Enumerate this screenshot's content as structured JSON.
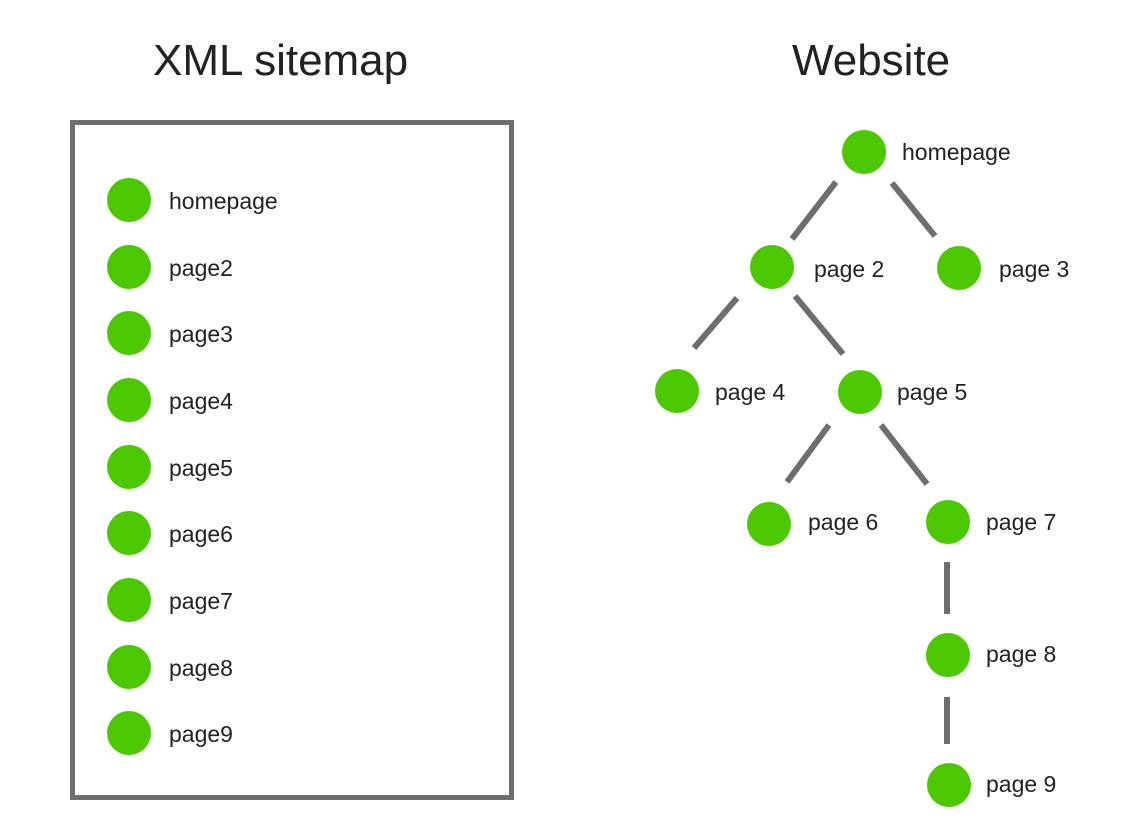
{
  "sitemap": {
    "title": "XML sitemap",
    "items": [
      "homepage",
      "page2",
      "page3",
      "page4",
      "page5",
      "page6",
      "page7",
      "page8",
      "page9"
    ]
  },
  "website": {
    "title": "Website",
    "nodes": [
      {
        "id": "n1",
        "label": "homepage"
      },
      {
        "id": "n2",
        "label": "page 2"
      },
      {
        "id": "n3",
        "label": "page 3"
      },
      {
        "id": "n4",
        "label": "page 4"
      },
      {
        "id": "n5",
        "label": "page 5"
      },
      {
        "id": "n6",
        "label": "page 6"
      },
      {
        "id": "n7",
        "label": "page 7"
      },
      {
        "id": "n8",
        "label": "page 8"
      },
      {
        "id": "n9",
        "label": "page 9"
      }
    ],
    "edges": [
      [
        "n1",
        "n2"
      ],
      [
        "n1",
        "n3"
      ],
      [
        "n2",
        "n4"
      ],
      [
        "n2",
        "n5"
      ],
      [
        "n5",
        "n6"
      ],
      [
        "n5",
        "n7"
      ],
      [
        "n7",
        "n8"
      ],
      [
        "n8",
        "n9"
      ]
    ]
  },
  "colors": {
    "node": "#4cc800",
    "edge": "#6e6e6e",
    "box_border": "#6e6e6e",
    "text": "#222222"
  }
}
